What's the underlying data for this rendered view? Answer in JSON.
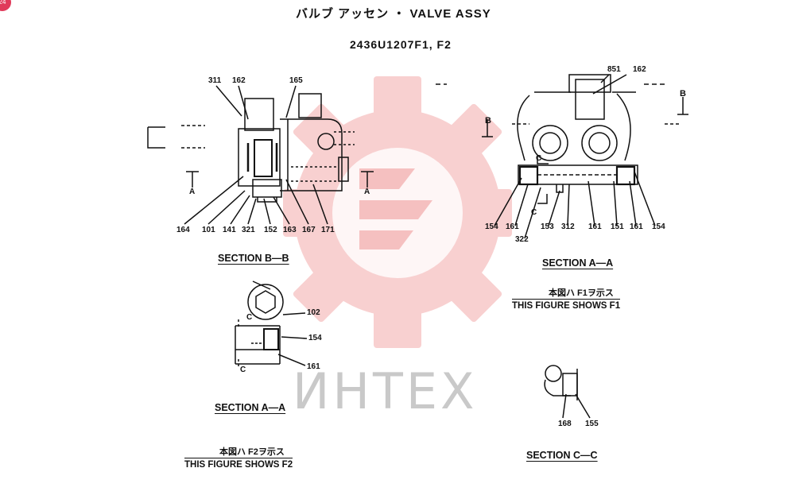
{
  "page_badge": "24",
  "title": "バルブ アッセン ・ VALVE ASSY",
  "part_number": "2436U1207F1, F2",
  "watermark": "ИНТЕХ",
  "section_bb": {
    "heading": "SECTION B—B",
    "cut_label": "A",
    "callouts_top": [
      "311",
      "162",
      "165"
    ],
    "callouts_bottom": [
      "164",
      "101",
      "141",
      "321",
      "152",
      "163",
      "167",
      "171"
    ]
  },
  "section_aa_f1": {
    "heading": "SECTION A—A",
    "cut_label": "B",
    "view_label": "C",
    "callouts_top": [
      "851",
      "162"
    ],
    "callouts_bottom": [
      "154",
      "161",
      "322",
      "153",
      "312",
      "161",
      "151",
      "161",
      "154"
    ],
    "note_jp": "本図ハ F1ヲ示ス",
    "note_en": "THIS FIGURE SHOWS F1"
  },
  "section_aa_f2": {
    "heading": "SECTION A—A",
    "view_label": "C",
    "callouts": [
      "102",
      "154",
      "161"
    ],
    "note_jp": "本図ハ F2ヲ示ス",
    "note_en": "THIS FIGURE SHOWS F2"
  },
  "section_cc": {
    "heading": "SECTION C—C",
    "callouts": [
      "168",
      "155"
    ]
  }
}
